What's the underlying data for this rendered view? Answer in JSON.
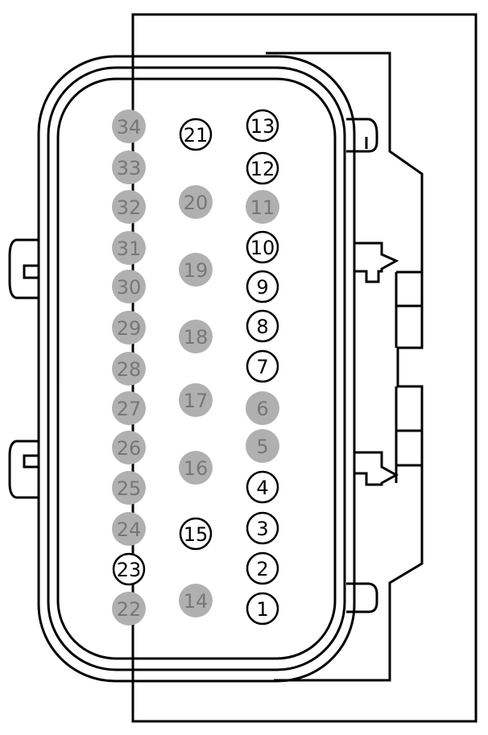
{
  "connector": {
    "colors": {
      "stroke": "#000000",
      "background": "#ffffff",
      "pin_used_fill": "#ffffff",
      "pin_unused_fill": "#b0b0b0",
      "pin_unused_text": "#777777"
    },
    "pins": [
      {
        "id": "34",
        "label": "34",
        "state": "unused"
      },
      {
        "id": "33",
        "label": "33",
        "state": "unused"
      },
      {
        "id": "32",
        "label": "32",
        "state": "unused"
      },
      {
        "id": "31",
        "label": "31",
        "state": "unused"
      },
      {
        "id": "30",
        "label": "30",
        "state": "unused"
      },
      {
        "id": "29",
        "label": "29",
        "state": "unused"
      },
      {
        "id": "28",
        "label": "28",
        "state": "unused"
      },
      {
        "id": "27",
        "label": "27",
        "state": "unused"
      },
      {
        "id": "26",
        "label": "26",
        "state": "unused"
      },
      {
        "id": "25",
        "label": "25",
        "state": "unused"
      },
      {
        "id": "24",
        "label": "24",
        "state": "unused"
      },
      {
        "id": "23",
        "label": "23",
        "state": "used"
      },
      {
        "id": "22",
        "label": "22",
        "state": "unused"
      },
      {
        "id": "21",
        "label": "21",
        "state": "used"
      },
      {
        "id": "20",
        "label": "20",
        "state": "unused"
      },
      {
        "id": "19",
        "label": "19",
        "state": "unused"
      },
      {
        "id": "18",
        "label": "18",
        "state": "unused"
      },
      {
        "id": "17",
        "label": "17",
        "state": "unused"
      },
      {
        "id": "16",
        "label": "16",
        "state": "unused"
      },
      {
        "id": "15",
        "label": "15",
        "state": "used"
      },
      {
        "id": "14",
        "label": "14",
        "state": "unused"
      },
      {
        "id": "13",
        "label": "13",
        "state": "used"
      },
      {
        "id": "12",
        "label": "12",
        "state": "used"
      },
      {
        "id": "11",
        "label": "11",
        "state": "unused"
      },
      {
        "id": "10",
        "label": "10",
        "state": "used"
      },
      {
        "id": "9",
        "label": "9",
        "state": "used"
      },
      {
        "id": "8",
        "label": "8",
        "state": "used"
      },
      {
        "id": "7",
        "label": "7",
        "state": "used"
      },
      {
        "id": "6",
        "label": "6",
        "state": "unused"
      },
      {
        "id": "5",
        "label": "5",
        "state": "unused"
      },
      {
        "id": "4",
        "label": "4",
        "state": "used"
      },
      {
        "id": "3",
        "label": "3",
        "state": "used"
      },
      {
        "id": "2",
        "label": "2",
        "state": "used"
      },
      {
        "id": "1",
        "label": "1",
        "state": "used"
      }
    ]
  }
}
